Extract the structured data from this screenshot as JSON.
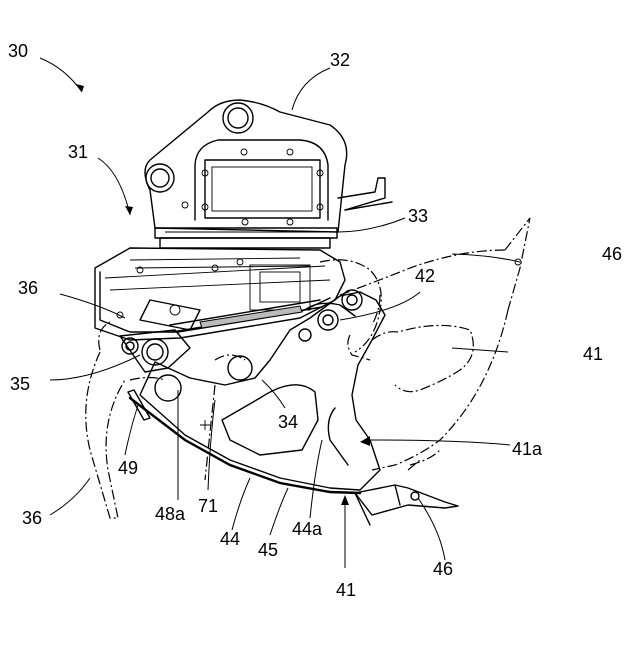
{
  "labels": {
    "l30": "30",
    "l31": "31",
    "l32": "32",
    "l33": "33",
    "l34": "34",
    "l35": "35",
    "l36a": "36",
    "l36b": "36",
    "l41a": "41",
    "l41b": "41",
    "l41sub": "41a",
    "l42": "42",
    "l44": "44",
    "l44a": "44a",
    "l45": "45",
    "l46a": "46",
    "l46b": "46",
    "l48a": "48a",
    "l49": "49",
    "l71": "71"
  }
}
